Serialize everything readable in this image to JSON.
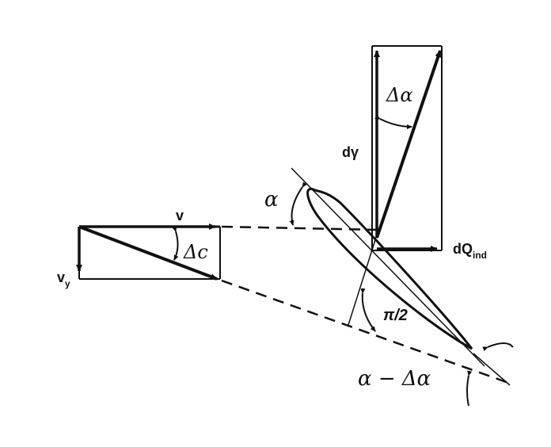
{
  "labels": {
    "v": "v",
    "vy_main": "v",
    "vy_sub": "y",
    "delta_c": "Δc",
    "alpha": "α",
    "dgamma": "dγ",
    "delta_alpha": "Δα",
    "dq_main": "dQ",
    "dq_sub": "ind",
    "pi_half": "π/2",
    "alpha_minus_delta_alpha": "α − Δα"
  },
  "colors": {
    "ink": "#111111",
    "paper": "#ffffff"
  }
}
